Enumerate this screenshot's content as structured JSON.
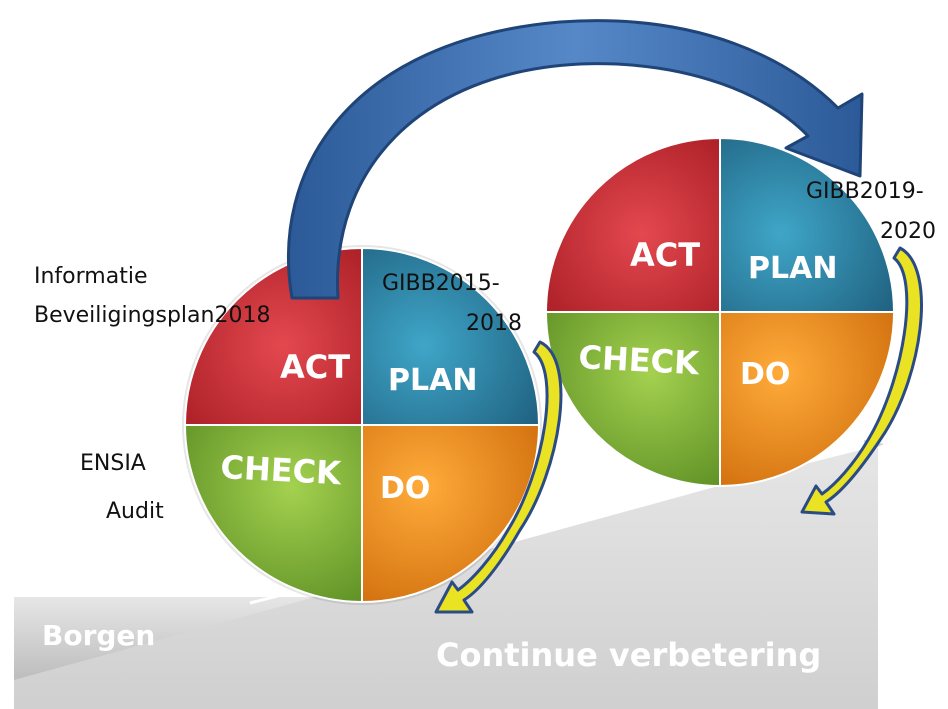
{
  "cycles": [
    {
      "act": "ACT",
      "plan": "PLAN",
      "check": "CHECK",
      "do": "DO",
      "plan_note_line1": "GIBB2015-",
      "plan_note_line2": "2018"
    },
    {
      "act": "ACT",
      "plan": "PLAN",
      "check": "CHECK",
      "do": "DO",
      "plan_note_line1": "GIBB2019-",
      "plan_note_line2": "2020"
    }
  ],
  "left_labels": {
    "act_line1": "Informatie",
    "act_line2": "Beveiligingsplan2018",
    "check_line1": "ENSIA",
    "check_line2": "Audit"
  },
  "base": {
    "left": "Borgen",
    "right": "Continue verbetering"
  },
  "colors": {
    "act": "#c8262e",
    "plan": "#2a83a6",
    "check": "#7fb134",
    "do": "#ee8a18",
    "big_arrow": "#3f6fb0",
    "cycle_arrow": "#e6e21c",
    "cycle_arrow_outline": "#2f4f8c",
    "ramp": "#c9c9c9"
  }
}
